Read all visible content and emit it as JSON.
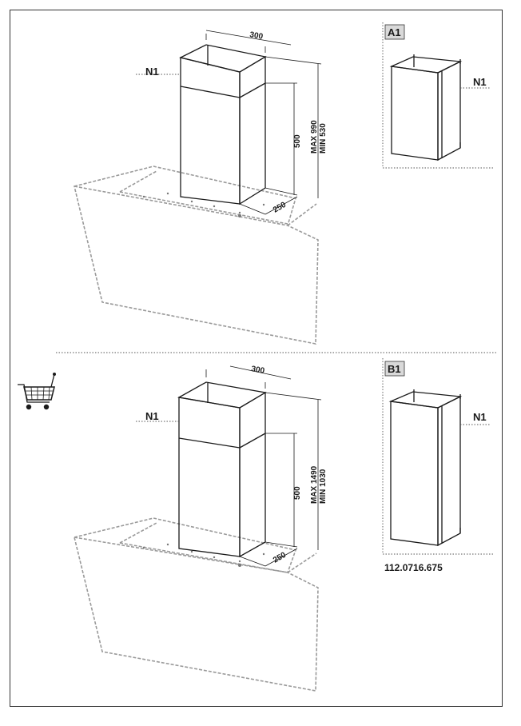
{
  "top": {
    "label_n1": "N1",
    "dim_width": "300",
    "dim_depth": "250",
    "dim_lower": "500",
    "dim_max": "MAX 990",
    "dim_min": "MIN 530"
  },
  "inset_a": {
    "badge": "A1",
    "label_n1": "N1"
  },
  "bottom": {
    "label_n1": "N1",
    "dim_width": "300",
    "dim_depth": "250",
    "dim_lower": "500",
    "dim_max": "MAX 1490",
    "dim_min": "MIN 1030"
  },
  "inset_b": {
    "badge": "B1",
    "label_n1": "N1",
    "part_number": "112.0716.675"
  },
  "icons": {
    "cart": "shopping-cart-icon"
  }
}
